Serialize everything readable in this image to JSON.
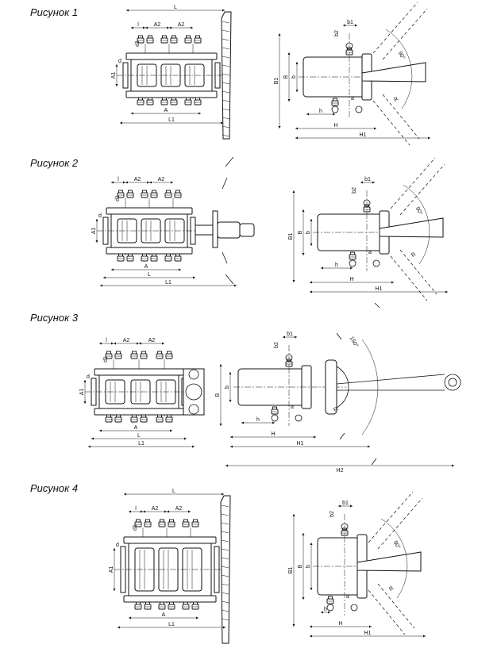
{
  "figures": [
    {
      "title": "Рисунок 1",
      "front": {
        "top": [
          "L",
          "l",
          "A2",
          "A2",
          "d1"
        ],
        "left": [
          "d",
          "A1"
        ],
        "bottom": [
          "A",
          "L1"
        ]
      },
      "side": {
        "top": [
          "b2",
          "b1"
        ],
        "left": [
          "B1",
          "B",
          "b"
        ],
        "angle": "90°",
        "inner": [
          "a",
          "h",
          "R"
        ],
        "bottom": [
          "H",
          "H1"
        ]
      }
    },
    {
      "title": "Рисунок 2",
      "front": {
        "top": [
          "l",
          "A2",
          "A2",
          "d1"
        ],
        "left": [
          "d",
          "A1"
        ],
        "bottom": [
          "A",
          "L",
          "L1"
        ]
      },
      "side": {
        "top": [
          "b2",
          "b1"
        ],
        "left": [
          "B1",
          "B",
          "b"
        ],
        "angle": "90°",
        "inner": [
          "a",
          "h",
          "R"
        ],
        "bottom": [
          "H",
          "H1"
        ]
      }
    },
    {
      "title": "Рисунок 3",
      "front": {
        "top": [
          "l",
          "A2",
          "A2",
          "d1"
        ],
        "left": [
          "d",
          "A1"
        ],
        "bottom": [
          "A",
          "L",
          "L1"
        ]
      },
      "side": {
        "top": [
          "b2",
          "b1"
        ],
        "left": [
          "B",
          "b"
        ],
        "angle": "150°",
        "inner": [
          "a",
          "h",
          "R"
        ],
        "bottom": [
          "H",
          "H1",
          "H2"
        ]
      }
    },
    {
      "title": "Рисунок 4",
      "front": {
        "top": [
          "L",
          "l",
          "A2",
          "A2",
          "d1"
        ],
        "left": [
          "d",
          "A1"
        ],
        "bottom": [
          "A",
          "L1"
        ]
      },
      "side": {
        "top": [
          "b2",
          "b1"
        ],
        "left": [
          "B1",
          "B",
          "b"
        ],
        "angle": "90°",
        "inner": [
          "a",
          "h",
          "R"
        ],
        "bottom": [
          "H",
          "H1"
        ]
      }
    }
  ]
}
